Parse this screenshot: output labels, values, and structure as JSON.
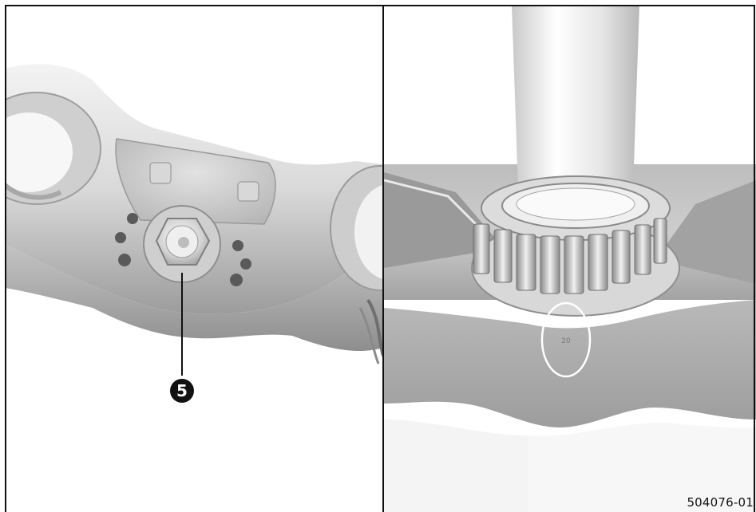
{
  "figure": {
    "callout": "5",
    "stamp": "20",
    "figure_id": "504076-01"
  },
  "colors": {
    "frame": "#111111",
    "metal_light": "#e6e6e6",
    "metal_mid": "#bdbdbd",
    "metal_dark": "#8a8a8a",
    "highlight_ring": "#ffffff"
  }
}
